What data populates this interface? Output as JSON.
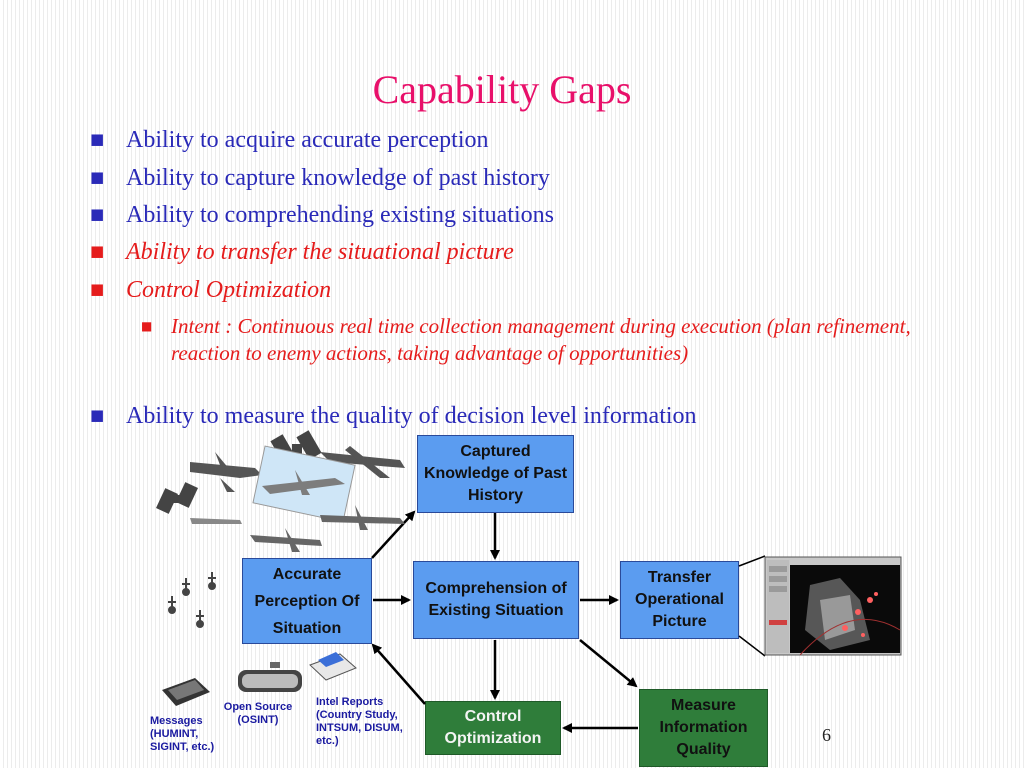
{
  "slide": {
    "title": "Capability Gaps",
    "page_number": "6"
  },
  "bullets": [
    "Ability to acquire accurate perception",
    "Ability to capture knowledge of past history",
    "Ability to comprehending existing situations",
    "Ability to transfer the situational picture",
    "Control Optimization",
    "Ability to measure the quality of decision level information"
  ],
  "sub_bullet": "Intent : Continuous real time collection management during execution (plan refinement, reaction to enemy actions, taking advantage of opportunities)",
  "diagram": {
    "captured": "Captured Knowledge of Past History",
    "accurate": "Accurate Perception Of Situation",
    "comprehension": "Comprehension of Existing Situation",
    "transfer": "Transfer Operational Picture",
    "control": "Control Optimization",
    "measure": "Measure Information Quality"
  },
  "sources": {
    "messages": "Messages (HUMINT, SIGINT, etc.)",
    "open_source": "Open Source (OSINT)",
    "intel": "Intel Reports (Country Study, INTSUM, DISUM, etc.)"
  },
  "colors": {
    "title": "#e8106a",
    "bullet_blue": "#2a2ab8",
    "bullet_red": "#e51c1c",
    "box_blue": "#5b9cf0",
    "box_green": "#2f7d3a"
  }
}
